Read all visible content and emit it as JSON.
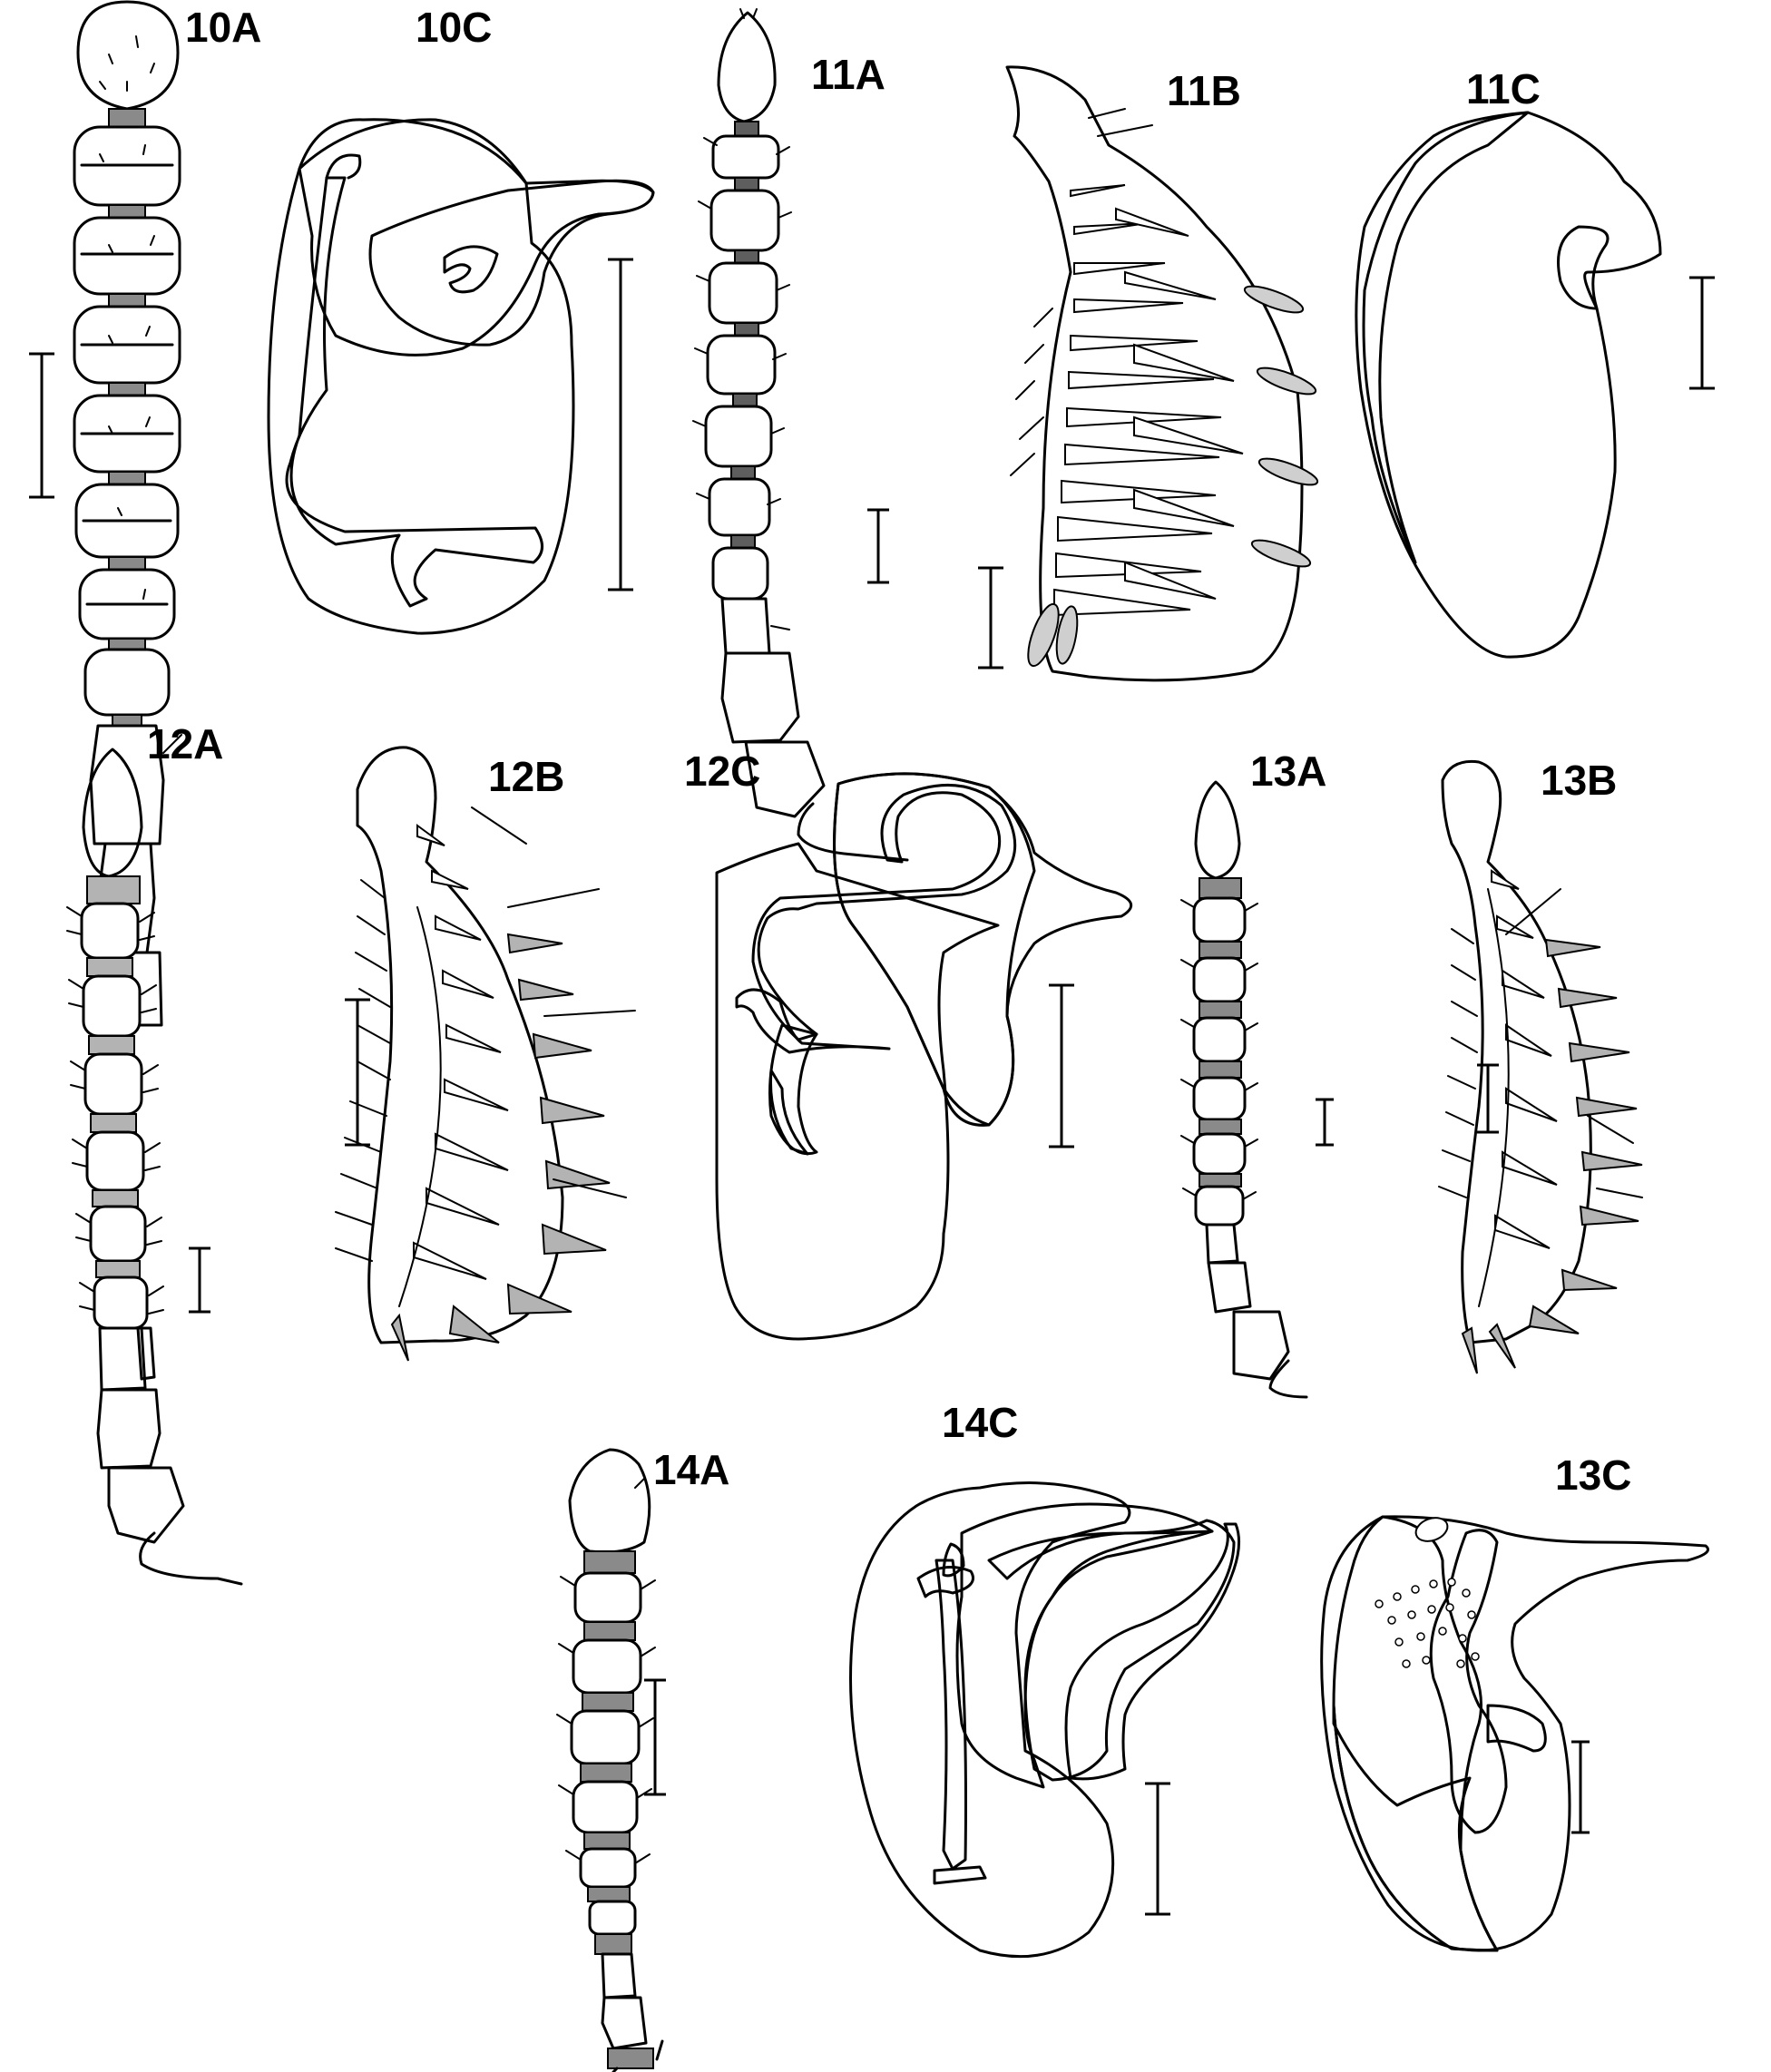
{
  "plate": {
    "background": "#ffffff",
    "tones": {
      "white": "#ffffff",
      "pale": "#cfcfcf",
      "light": "#b3b3b3",
      "mid": "#8a8a8a",
      "dark": "#5e5e5e",
      "ink": "#000000"
    }
  },
  "labels": {
    "fig_10a": "10A",
    "fig_10c": "10C",
    "fig_11a": "11A",
    "fig_11b": "11B",
    "fig_11c": "11C",
    "fig_12a": "12A",
    "fig_12b": "12B",
    "fig_12c": "12C",
    "fig_13a": "13A",
    "fig_13b": "13B",
    "fig_13c": "13C",
    "fig_14a": "14A",
    "fig_14c": "14C"
  }
}
